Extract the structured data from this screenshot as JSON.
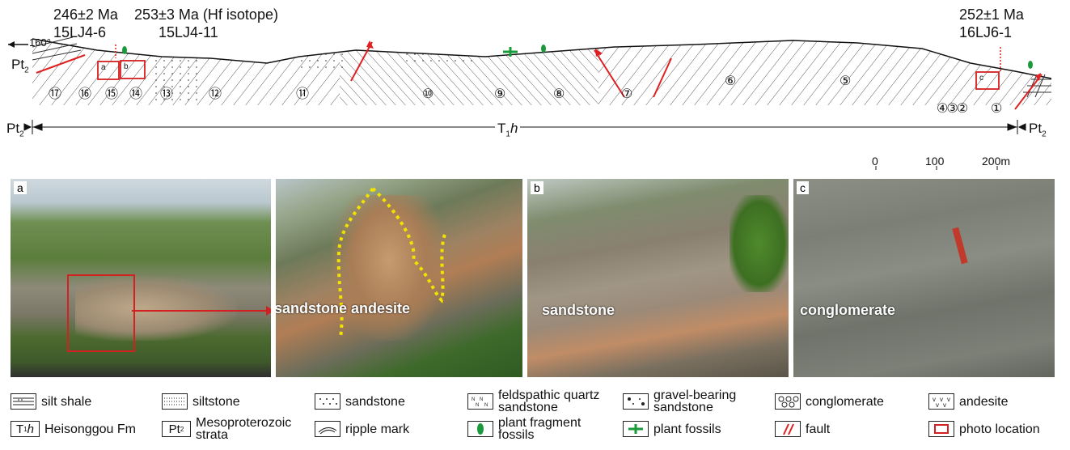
{
  "section": {
    "ages": [
      {
        "age": "246±2 Ma",
        "sample": "15LJ4-6"
      },
      {
        "age": "253±3 Ma (Hf isotope)",
        "sample": "15LJ4-11"
      },
      {
        "age": "252±1 Ma",
        "sample": "16LJ6-1"
      }
    ],
    "orientation": "160°",
    "pt2_left": "Pt",
    "pt2_sub": "2",
    "layer_numbers": [
      "⑰",
      "⑯",
      "⑮",
      "⑭",
      "⑬",
      "⑫",
      "⑪",
      "⑩",
      "⑨",
      "⑧",
      "⑦",
      "⑥",
      "⑤",
      "④③②",
      "①"
    ],
    "box_labels": [
      "a",
      "b",
      "c"
    ],
    "formation_arrow": {
      "left": "Pt",
      "left_sub": "2",
      "center": "T",
      "center_sub": "1",
      "center_italic": "h",
      "right": "Pt",
      "right_sub": "2"
    },
    "scale_ticks": [
      "0",
      "100",
      "200m"
    ]
  },
  "photos": [
    {
      "label": "a",
      "caption": ""
    },
    {
      "label": "",
      "caption": "sandstone andesite"
    },
    {
      "label": "b",
      "caption": "sandstone"
    },
    {
      "label": "c",
      "caption": "conglomerate"
    }
  ],
  "legend": [
    {
      "icon": "silt-shale-icon",
      "text": "silt shale"
    },
    {
      "icon": "siltstone-icon",
      "text": "siltstone"
    },
    {
      "icon": "sandstone-icon",
      "text": "sandstone"
    },
    {
      "icon": "feldspathic-quartz-sandstone-icon",
      "text": "feldspathic quartz sandstone"
    },
    {
      "icon": "gravel-bearing-sandstone-icon",
      "text": "gravel-bearing sandstone"
    },
    {
      "icon": "conglomerate-icon",
      "text": "conglomerate"
    },
    {
      "icon": "andesite-icon",
      "text": "andesite"
    },
    {
      "icon": "heisonggou-fm-icon",
      "symbol": "T",
      "symbol_sub": "1",
      "symbol_italic": "h",
      "text": "Heisonggou Fm"
    },
    {
      "icon": "mesoproterozoic-icon",
      "symbol": "Pt",
      "symbol_sub": "2",
      "text": "Mesoproterozoic strata"
    },
    {
      "icon": "ripple-mark-icon",
      "text": "ripple mark"
    },
    {
      "icon": "plant-fragment-icon",
      "text": "plant fragment fossils"
    },
    {
      "icon": "plant-fossil-icon",
      "text": "plant fossils"
    },
    {
      "icon": "fault-icon",
      "text": "fault"
    },
    {
      "icon": "photo-location-icon",
      "text": "photo location"
    }
  ],
  "colors": {
    "fault": "#e02020",
    "photo_box": "#d42020",
    "fossil": "#1a9a3a",
    "annotation_dots": "#f2e200"
  }
}
